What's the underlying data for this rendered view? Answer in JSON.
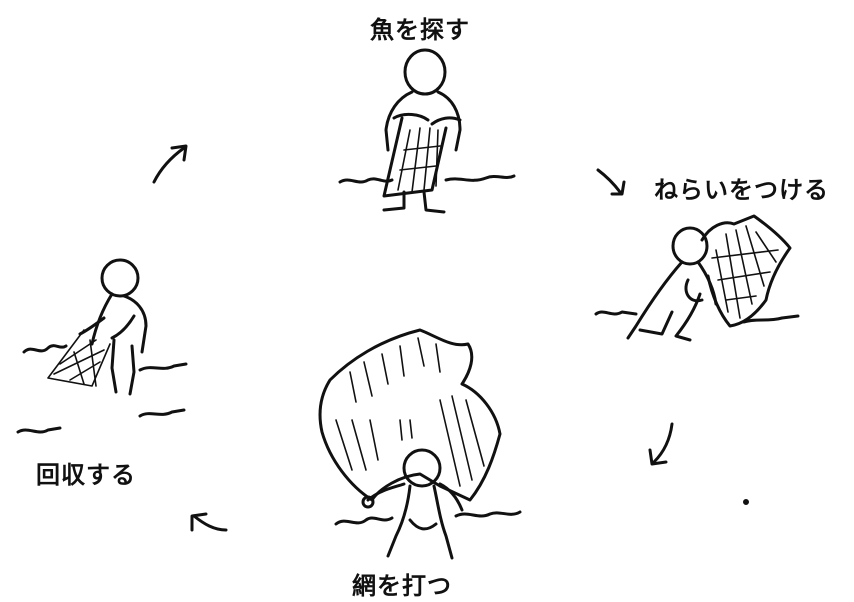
{
  "cycle": {
    "steps": [
      {
        "label": "魚を探す"
      },
      {
        "label": "ねらいをつける"
      },
      {
        "label": "網を打つ"
      },
      {
        "label": "回収する"
      }
    ]
  },
  "colors": {
    "ink": "#111111",
    "background": "#ffffff"
  },
  "icons": [
    "arrow-icon",
    "person-icon",
    "net-icon",
    "wave-icon"
  ]
}
